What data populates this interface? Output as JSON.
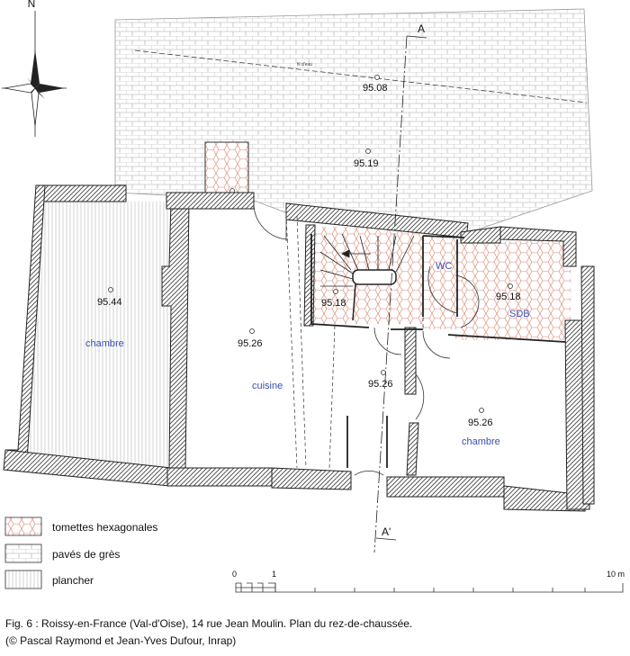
{
  "north": {
    "label": "N"
  },
  "section": {
    "start": "A",
    "end": "A'"
  },
  "annotation": {
    "eaves_line": "fil d'eau"
  },
  "elevations": {
    "yard_upper": "95.08",
    "yard_lower": "95.19",
    "chambre_west": "95.44",
    "cuisine": "95.26",
    "stair": "95.18",
    "sdb": "95.18",
    "corridor": "95.26",
    "chambre_east": "95.26"
  },
  "rooms": {
    "chambre_west": "chambre",
    "cuisine": "cuisine",
    "wc": "WC",
    "sdb": "SDB",
    "chambre_east": "chambre"
  },
  "legend": [
    {
      "label": "tomettes hexagonales"
    },
    {
      "label": "pavés de grès"
    },
    {
      "label": "plancher"
    }
  ],
  "scale": {
    "start": "0",
    "mid": "1",
    "end": "10 m"
  },
  "caption": {
    "line1": "Fig. 6 : Roissy-en-France (Val-d'Oise), 14 rue Jean Moulin. Plan du rez-de-chaussée.",
    "line2": "(© Pascal Raymond et Jean-Yves Dufour, Inrap)"
  },
  "colors": {
    "wall_hatch": "#444444",
    "hex_tile": "#d9826d",
    "room_text": "#3a4fb0",
    "paver": "#9a9a9a"
  }
}
